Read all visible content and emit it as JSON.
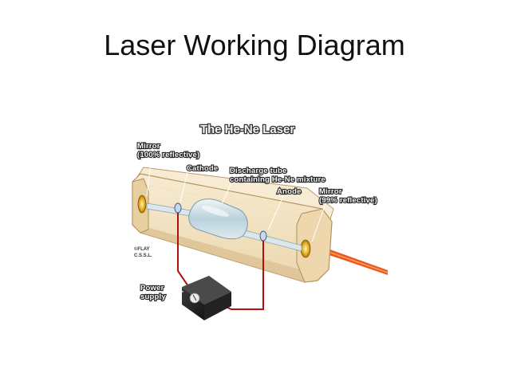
{
  "slide": {
    "title": "Laser Working Diagram"
  },
  "diagram": {
    "title": "The He-Ne Laser",
    "labels": {
      "mirror_left_1": "Mirror",
      "mirror_left_2": "(100% reflective)",
      "cathode": "Cathode",
      "discharge_1": "Discharge tube",
      "discharge_2": "containing He-Ne mixture",
      "anode": "Anode",
      "mirror_right_1": "Mirror",
      "mirror_right_2": "(99% reflective)",
      "power_1": "Power",
      "power_2": "supply"
    },
    "credit_1": "©FLAY",
    "credit_2": "C.S.S.L."
  },
  "colors": {
    "housing": "#f1dfb9",
    "beam": "#e8460e",
    "wire": "#b01010",
    "mirror": "#e8b42a"
  }
}
